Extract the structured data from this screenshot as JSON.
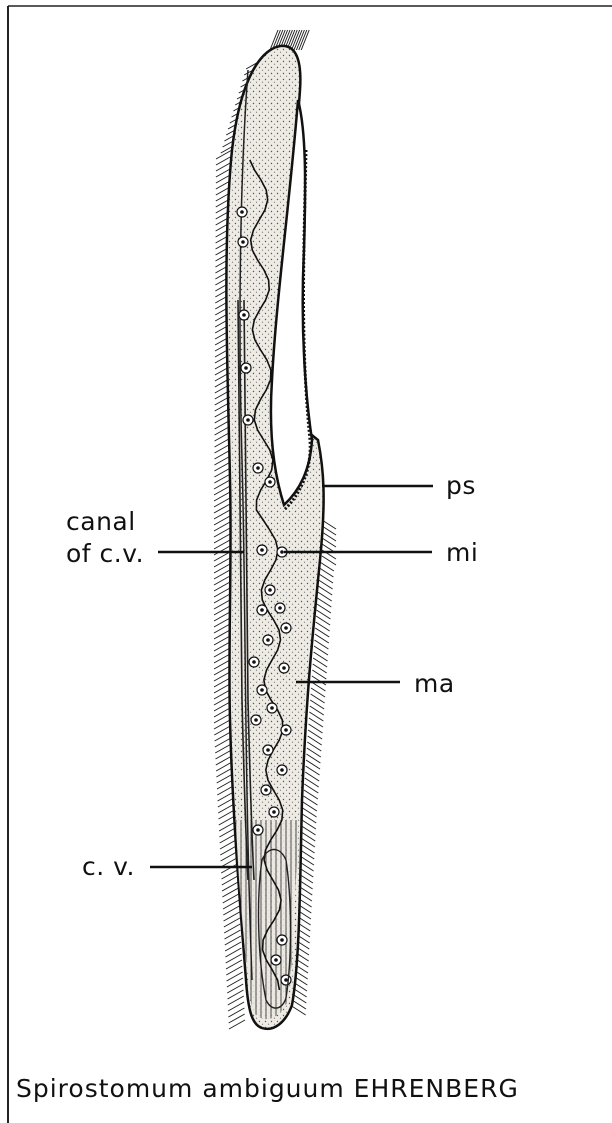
{
  "labels": {
    "ps": "ps",
    "mi": "mi",
    "ma": "ma",
    "canal_line1": "canal",
    "canal_line2": "of c.v.",
    "cv": "c. v."
  },
  "caption": "Spirostomum ambiguum EHRENBERG",
  "colors": {
    "ink": "#111111",
    "background": "#ffffff",
    "body_fill": "#ebe7e1"
  }
}
